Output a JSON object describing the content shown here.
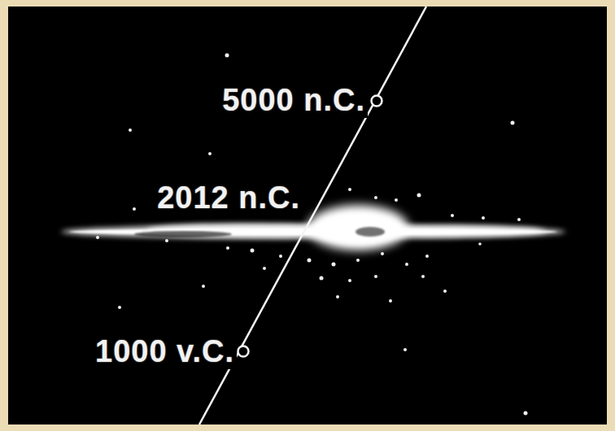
{
  "diagram": {
    "labels": [
      "5000 n.C.",
      "2012 n.C.",
      "1000 v.C."
    ]
  }
}
